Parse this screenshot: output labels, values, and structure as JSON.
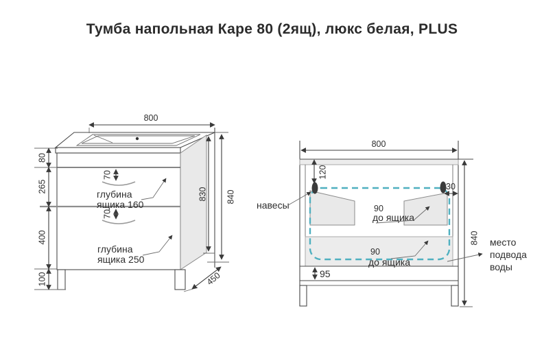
{
  "title": "Тумба напольная Каре 80 (2ящ), люкс белая, PLUS",
  "colors": {
    "water_accent": "#3BA8BC",
    "dash_accent": "#4FB0C0",
    "line": "#4A4A4A"
  },
  "front_view": {
    "top_width": "800",
    "height_chain": [
      "80",
      "265",
      "400",
      "100"
    ],
    "carcass_height": "830",
    "total_height": "840",
    "depth": "450",
    "drawer_gap_top": "70",
    "drawer_gap_bottom": "70",
    "drawer1_label": [
      "глубина",
      "ящика 160"
    ],
    "drawer2_label": [
      "глубина",
      "ящика 250"
    ]
  },
  "back_view": {
    "top_width": "800",
    "hinge_top_offset": "120",
    "hinge_side_offset": "30",
    "hinges_label": "навесы",
    "drawer_clearance_top": {
      "value": "90",
      "label": "до ящика"
    },
    "drawer_clearance_bottom": {
      "value": "90",
      "label": "до ящика"
    },
    "plinth_height": "95",
    "total_height": "840",
    "water_supply_label": [
      "место",
      "подвода",
      "воды"
    ]
  }
}
